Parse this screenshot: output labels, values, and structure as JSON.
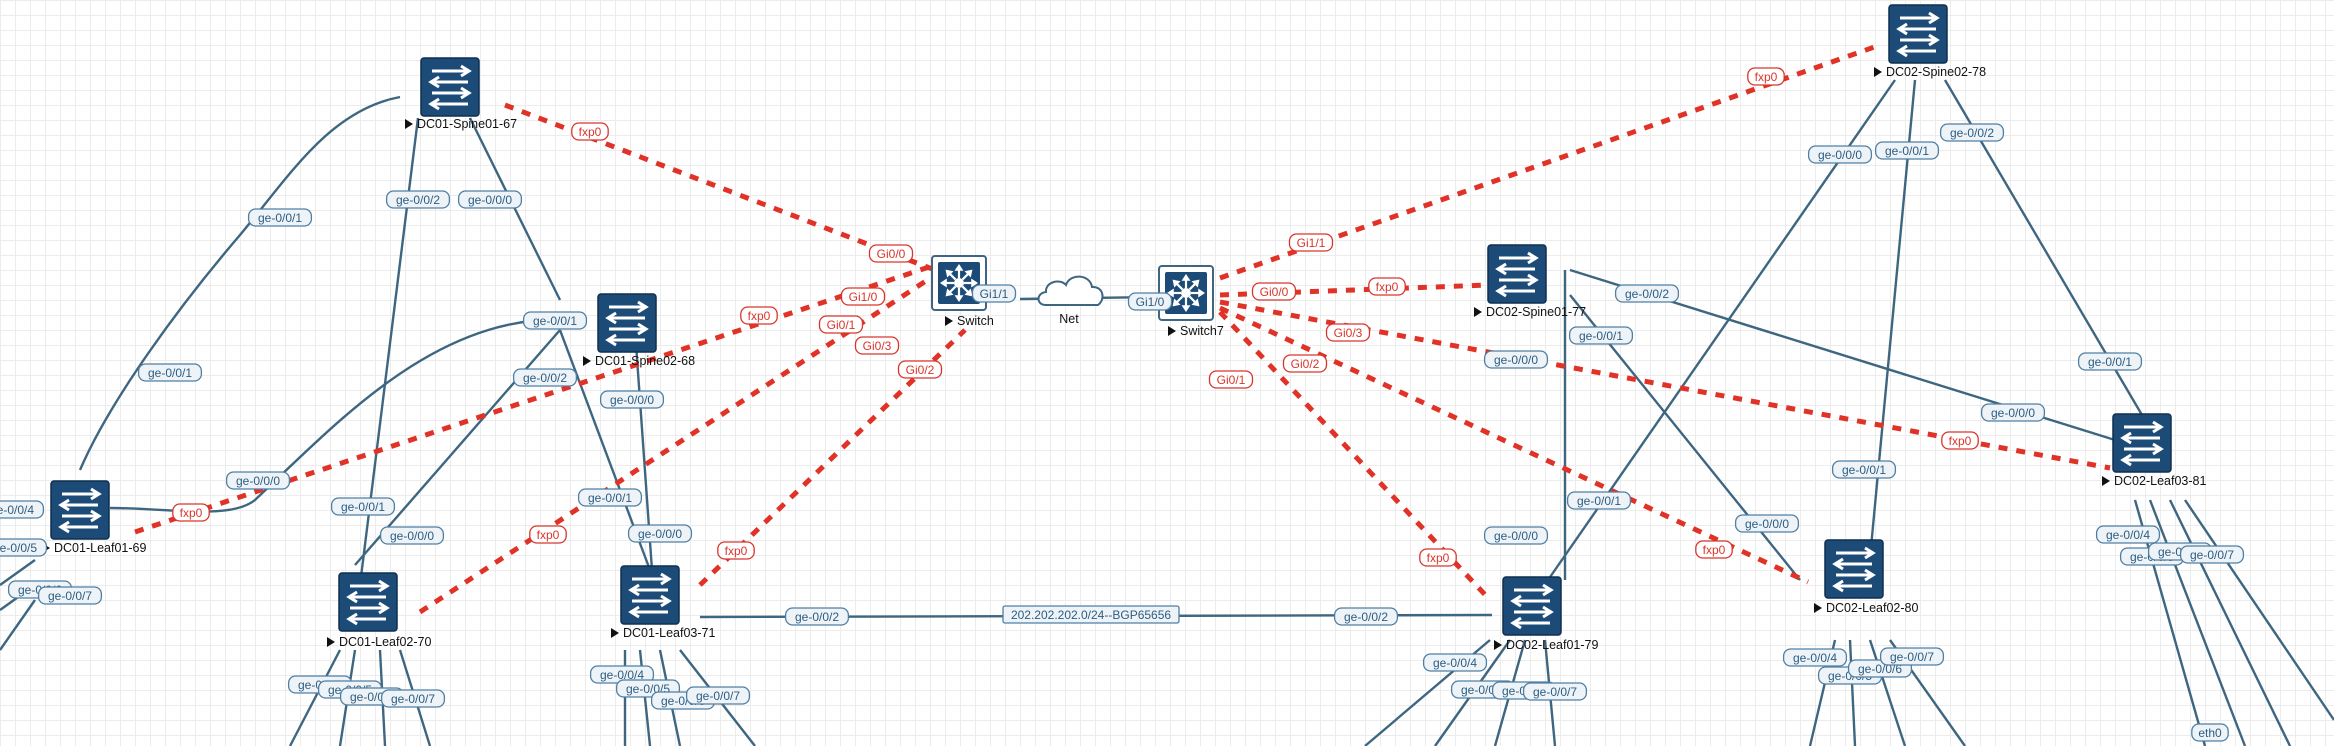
{
  "nodes": {
    "dc01_spine01": "DC01-Spine01-67",
    "dc01_spine02": "DC01-Spine02-68",
    "dc01_leaf01": "DC01-Leaf01-69",
    "dc01_leaf02": "DC01-Leaf02-70",
    "dc01_leaf03": "DC01-Leaf03-71",
    "switch": "Switch",
    "net": "Net",
    "switch7": "Switch7",
    "dc02_spine01": "DC02-Spine01-77",
    "dc02_spine02": "DC02-Spine02-78",
    "dc02_leaf01": "DC02-Leaf01-79",
    "dc02_leaf02": "DC02-Leaf02-80",
    "dc02_leaf03": "DC02-Leaf03-81"
  },
  "network_label": "202.202.202.0/24--BGP65656",
  "data_port_labels": [
    "ge-0/0/1",
    "ge-0/0/2",
    "ge-0/0/0",
    "ge-0/0/1",
    "ge-0/0/1",
    "ge-0/0/2",
    "ge-0/0/0",
    "ge-0/0/0",
    "ge-0/0/1",
    "ge-0/0/1",
    "ge-0/0/0",
    "ge-0/0/4",
    "ge-0/0/5",
    "ge-0/0/6",
    "ge-0/0/7",
    "ge-0/0/4",
    "ge-0/0/5",
    "ge-0/0/6",
    "ge-0/0/7",
    "ge-0/0/0",
    "ge-0/0/4",
    "ge-0/0/5",
    "ge-0/0/6",
    "ge-0/0/7",
    "ge-0/0/2",
    "ge-0/0/2",
    "ge-0/0/0",
    "ge-0/0/1",
    "ge-0/0/2",
    "ge-0/0/2",
    "ge-0/0/1",
    "ge-0/0/0",
    "ge-0/0/1",
    "ge-0/0/0",
    "ge-0/0/1",
    "ge-0/0/0",
    "ge-0/0/1",
    "ge-0/0/0",
    "ge-0/0/4",
    "ge-0/0/5",
    "ge-0/0/6",
    "ge-0/0/7",
    "ge-0/0/4",
    "ge-0/0/5",
    "ge-0/0/6",
    "ge-0/0/7",
    "ge-0/0/4",
    "ge-0/0/5",
    "ge-0/0/6",
    "ge-0/0/7",
    "eth0",
    "Gi1/1",
    "Gi1/0"
  ],
  "mgmt_port_labels": [
    "fxp0",
    "Gi0/0",
    "fxp0",
    "Gi1/0",
    "Gi0/1",
    "fxp0",
    "Gi0/3",
    "fxp0",
    "Gi0/2",
    "fxp0",
    "fxp0",
    "Gi1/1",
    "Gi0/0",
    "fxp0",
    "Gi0/3",
    "fxp0",
    "Gi0/2",
    "fxp0",
    "Gi0/1",
    "fxp0",
    "fxp0"
  ]
}
